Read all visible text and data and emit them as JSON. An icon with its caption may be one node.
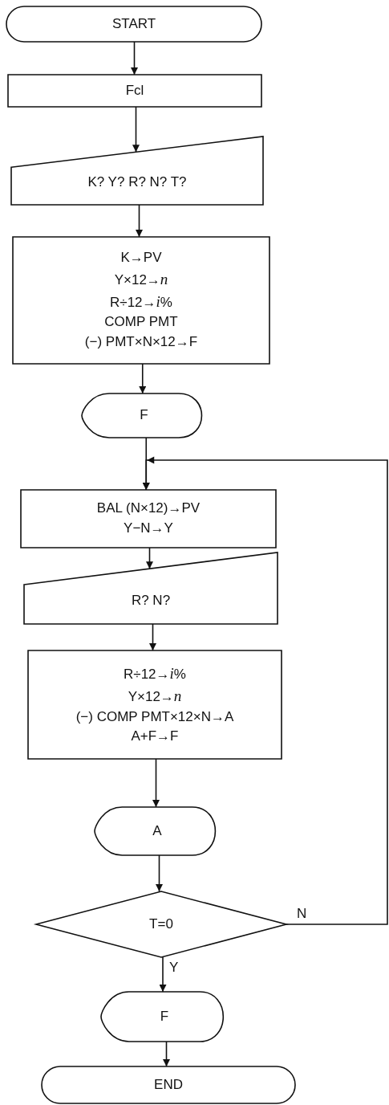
{
  "diagram": {
    "nodes": [
      {
        "text": [
          "START"
        ]
      },
      {
        "text": [
          "Fcl"
        ]
      },
      {
        "text": [
          "K? Y? R? N? T?"
        ]
      },
      {
        "text": [
          "K→PV",
          "Y×12→*n*",
          "R÷12→*i*%",
          "COMP PMT",
          "(−) PMT×N×12→F"
        ]
      },
      {
        "text": [
          "F"
        ]
      },
      {
        "text": [
          "BAL (N×12)→PV",
          "Y−N→Y"
        ]
      },
      {
        "text": [
          "R? N?"
        ]
      },
      {
        "text": [
          "R÷12→*i*%",
          "Y×12→*n*",
          "(−) COMP PMT×12×N→A",
          "A+F→F"
        ]
      },
      {
        "text": [
          "A"
        ]
      },
      {
        "text": [
          "T=0"
        ]
      },
      {
        "text": [
          "F"
        ]
      },
      {
        "text": [
          "END"
        ]
      }
    ],
    "edges": [
      {
        "from": 0,
        "to": 1,
        "arrow": "to"
      },
      {
        "from": 1,
        "to": 2,
        "arrow": "to"
      },
      {
        "from": 2,
        "to": 3,
        "arrow": "to"
      },
      {
        "from": 3,
        "to": 4,
        "arrow": "to"
      },
      {
        "from": 4,
        "to": 5,
        "arrow": "to"
      },
      {
        "from": 5,
        "to": 6,
        "arrow": "to"
      },
      {
        "from": 6,
        "to": 7,
        "arrow": "to"
      },
      {
        "from": 7,
        "to": 8,
        "arrow": "to"
      },
      {
        "from": 8,
        "to": 9,
        "arrow": "to"
      },
      {
        "from": 9,
        "to": 10,
        "label": "Y",
        "arrow": "to"
      },
      {
        "from": 9,
        "to": 5,
        "label": "N",
        "arrow": "to"
      },
      {
        "from": 10,
        "to": 11,
        "arrow": "to"
      }
    ]
  }
}
